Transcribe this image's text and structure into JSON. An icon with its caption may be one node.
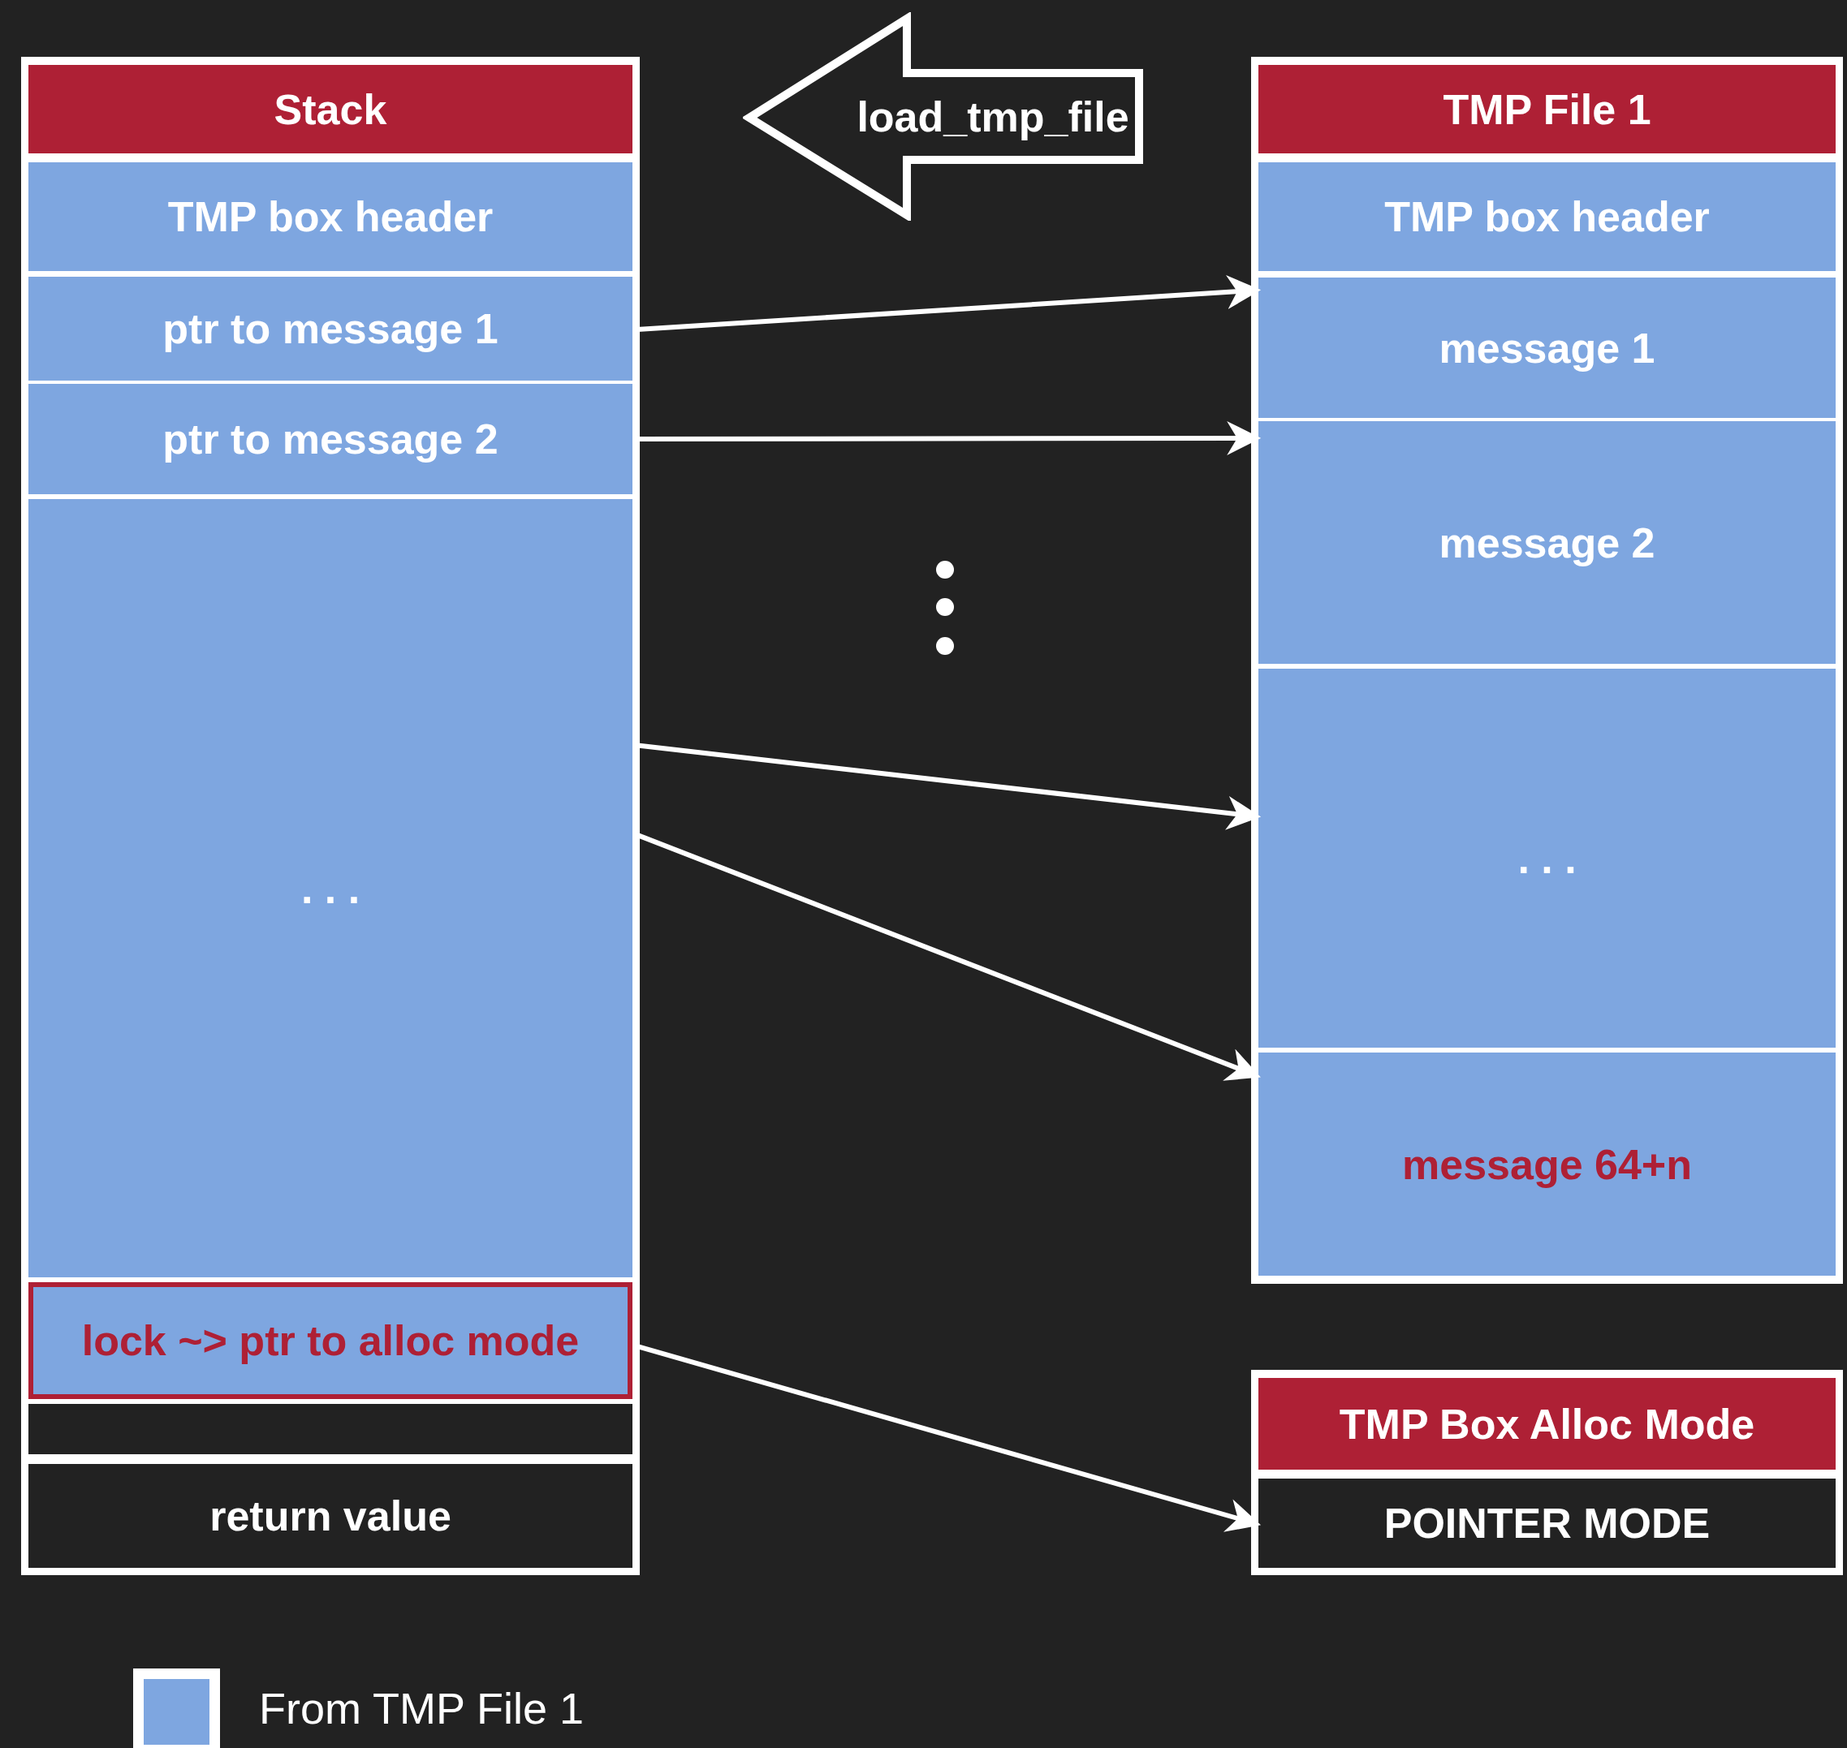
{
  "diagram": {
    "nodes": [
      {
        "text": [
          "Stack"
        ]
      },
      {
        "text": [
          "TMP box header"
        ],
        "in": 0
      },
      {
        "text": [
          "ptr to message 1"
        ],
        "in": 0
      },
      {
        "text": [
          "ptr to message 2"
        ],
        "in": 0
      },
      {
        "text": [
          ". . ."
        ],
        "in": 0
      },
      {
        "text": [
          "lock ~> ptr to alloc mode"
        ],
        "in": 0
      },
      {
        "text": [],
        "shape": "box",
        "in": 0
      },
      {
        "text": [
          "return value"
        ],
        "in": 0
      },
      {
        "text": [
          "load_tmp_file"
        ]
      },
      {
        "text": [
          "TMP File 1"
        ]
      },
      {
        "text": [
          "TMP box header"
        ],
        "in": 9
      },
      {
        "text": [
          "message 1"
        ],
        "in": 9
      },
      {
        "text": [
          "message 2"
        ],
        "in": 9
      },
      {
        "text": [
          ". . ."
        ],
        "in": 9
      },
      {
        "text": [
          "message 64+n"
        ],
        "in": 9
      },
      {
        "text": [
          "TMP Box Alloc Mode"
        ]
      },
      {
        "text": [
          "POINTER MODE"
        ],
        "in": 15
      }
    ],
    "edges": [
      {
        "from": 2,
        "to": 11,
        "arrow": "to"
      },
      {
        "from": 3,
        "to": 12,
        "arrow": "to"
      },
      {
        "from": 4,
        "to": 13,
        "arrow": "to"
      },
      {
        "from": 4,
        "to": 14,
        "arrow": "to"
      },
      {
        "from": 5,
        "to": 16,
        "arrow": "to"
      }
    ],
    "legend": [
      {
        "text": "From TMP File 1",
        "color": "#7ea6e0"
      }
    ]
  }
}
